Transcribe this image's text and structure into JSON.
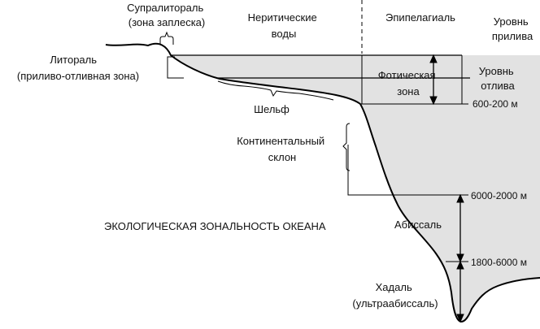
{
  "diagram": {
    "title": "ЭКОЛОГИЧЕСКАЯ ЗОНАЛЬНОСТЬ ОКЕАНА",
    "zones": {
      "supralittoral": [
        "Супралитораль",
        "(зона заплеска)"
      ],
      "neritic": [
        "Неритические",
        "воды"
      ],
      "epipelagial": "Эпипелагиаль",
      "high_tide": [
        "Уровнь",
        "прилива"
      ],
      "littoral": [
        "Литораль",
        "(приливо-отливная зона)"
      ],
      "photic": [
        "Фотическая",
        "зона"
      ],
      "low_tide": [
        "Уровнь",
        "отлива"
      ],
      "shelf": "Шельф",
      "slope": [
        "Континентальный",
        "склон"
      ],
      "abyssal": "Абиссаль",
      "hadal": [
        "Хадаль",
        "(ультраабиссаль)"
      ]
    },
    "depths": {
      "shelf_edge": "600-200 м",
      "abyssal_top": "6000-2000 м",
      "hadal_top": "1800-6000 м"
    },
    "colors": {
      "water": "#e2e2e2",
      "line": "#000000"
    }
  }
}
